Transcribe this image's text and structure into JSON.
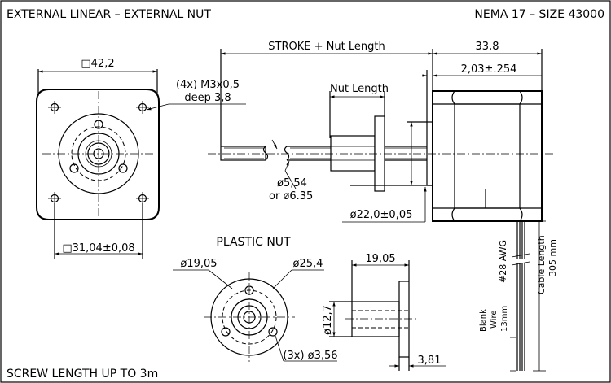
{
  "header": {
    "left_title": "EXTERNAL LINEAR – EXTERNAL NUT",
    "right_title": "NEMA 17 – SIZE 43000"
  },
  "footer": {
    "note": "SCREW LENGTH UP TO 3m"
  },
  "front_view": {
    "square_dim": "□42,2",
    "mount_dim": "□31,04±0,08",
    "thread_note_line1": "(4x) M3x0,5",
    "thread_note_line2": "deep 3,8"
  },
  "side_view": {
    "stroke_label": "STROKE + Nut Length",
    "body_length": "33,8",
    "boss_length": "2,03±.254",
    "nut_length": "Nut Length",
    "screw_dia_line1": "ø5,54",
    "screw_dia_line2": "or ø6.35",
    "pilot_dia": "ø22,0±0,05",
    "awg": "#28 AWG",
    "cable_length_line1": "Cable Length",
    "cable_length_line2": "305 mm",
    "blank_wire_line1": "Blank",
    "blank_wire_line2": "Wire",
    "blank_wire_line3": "13mm"
  },
  "plastic_nut": {
    "title": "PLASTIC NUT",
    "flange_bolt_circle": "ø19,05",
    "flange_dia": "ø25,4",
    "holes": "(3x) ø3,56",
    "length": "19,05",
    "body_dia": "ø12,7",
    "flange_thickness": "3,81"
  }
}
